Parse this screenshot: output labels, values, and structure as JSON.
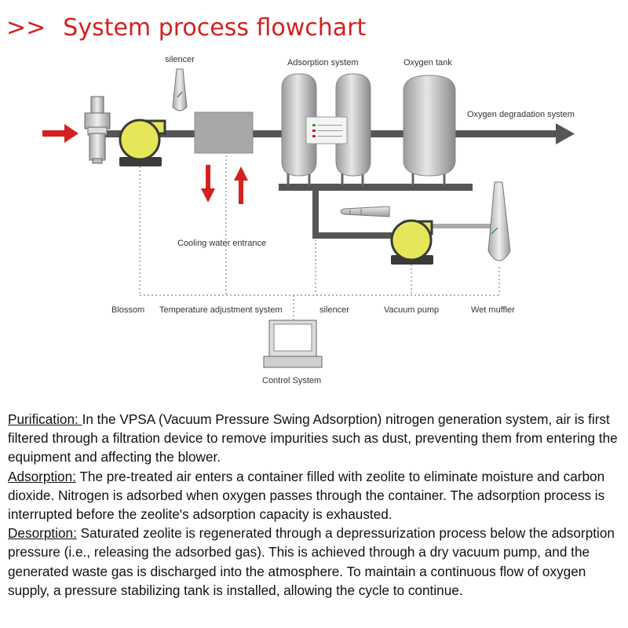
{
  "title": {
    "prefix": ">>",
    "text": "System process flowchart"
  },
  "diagram": {
    "labels": {
      "silencer_top": "silencer",
      "adsorption_system": "Adsorption system",
      "oxygen_tank": "Oxygen tank",
      "oxygen_degradation": "Oxygen degradation system",
      "cooling_water": "Cooling water entrance",
      "blossom": "Blossom",
      "temperature_adjustment": "Temperature adjustment system",
      "silencer_bottom": "silencer",
      "vacuum_pump": "Vacuum pump",
      "wet_muffler": "Wet muffler",
      "control_system": "Control System"
    },
    "colors": {
      "arrow_red": "#d42020",
      "pipe": "#555555",
      "pump_yellow": "#e6e65a",
      "pump_dark": "#3a3a3a",
      "control_line": "#888888"
    }
  },
  "description": {
    "purification": {
      "heading": "Purification: ",
      "text": "In the VPSA (Vacuum Pressure Swing Adsorption) nitrogen generation system, air is first filtered through a filtration device to remove impurities such as dust, preventing them from entering the equipment and affecting the blower."
    },
    "adsorption": {
      "heading": "Adsorption:",
      "text": " The pre-treated air enters a container filled with zeolite to eliminate moisture and carbon dioxide. Nitrogen is adsorbed when oxygen passes through the container. The adsorption process is interrupted before the zeolite's adsorption capacity is exhausted."
    },
    "desorption": {
      "heading": "Desorption:",
      "text": " Saturated zeolite is regenerated through a depressurization process below the adsorption pressure (i.e., releasing the adsorbed gas). This is achieved through a dry vacuum pump, and the generated waste gas is discharged into the atmosphere. To maintain a continuous flow of oxygen supply, a pressure stabilizing tank is installed, allowing the cycle to continue."
    }
  }
}
